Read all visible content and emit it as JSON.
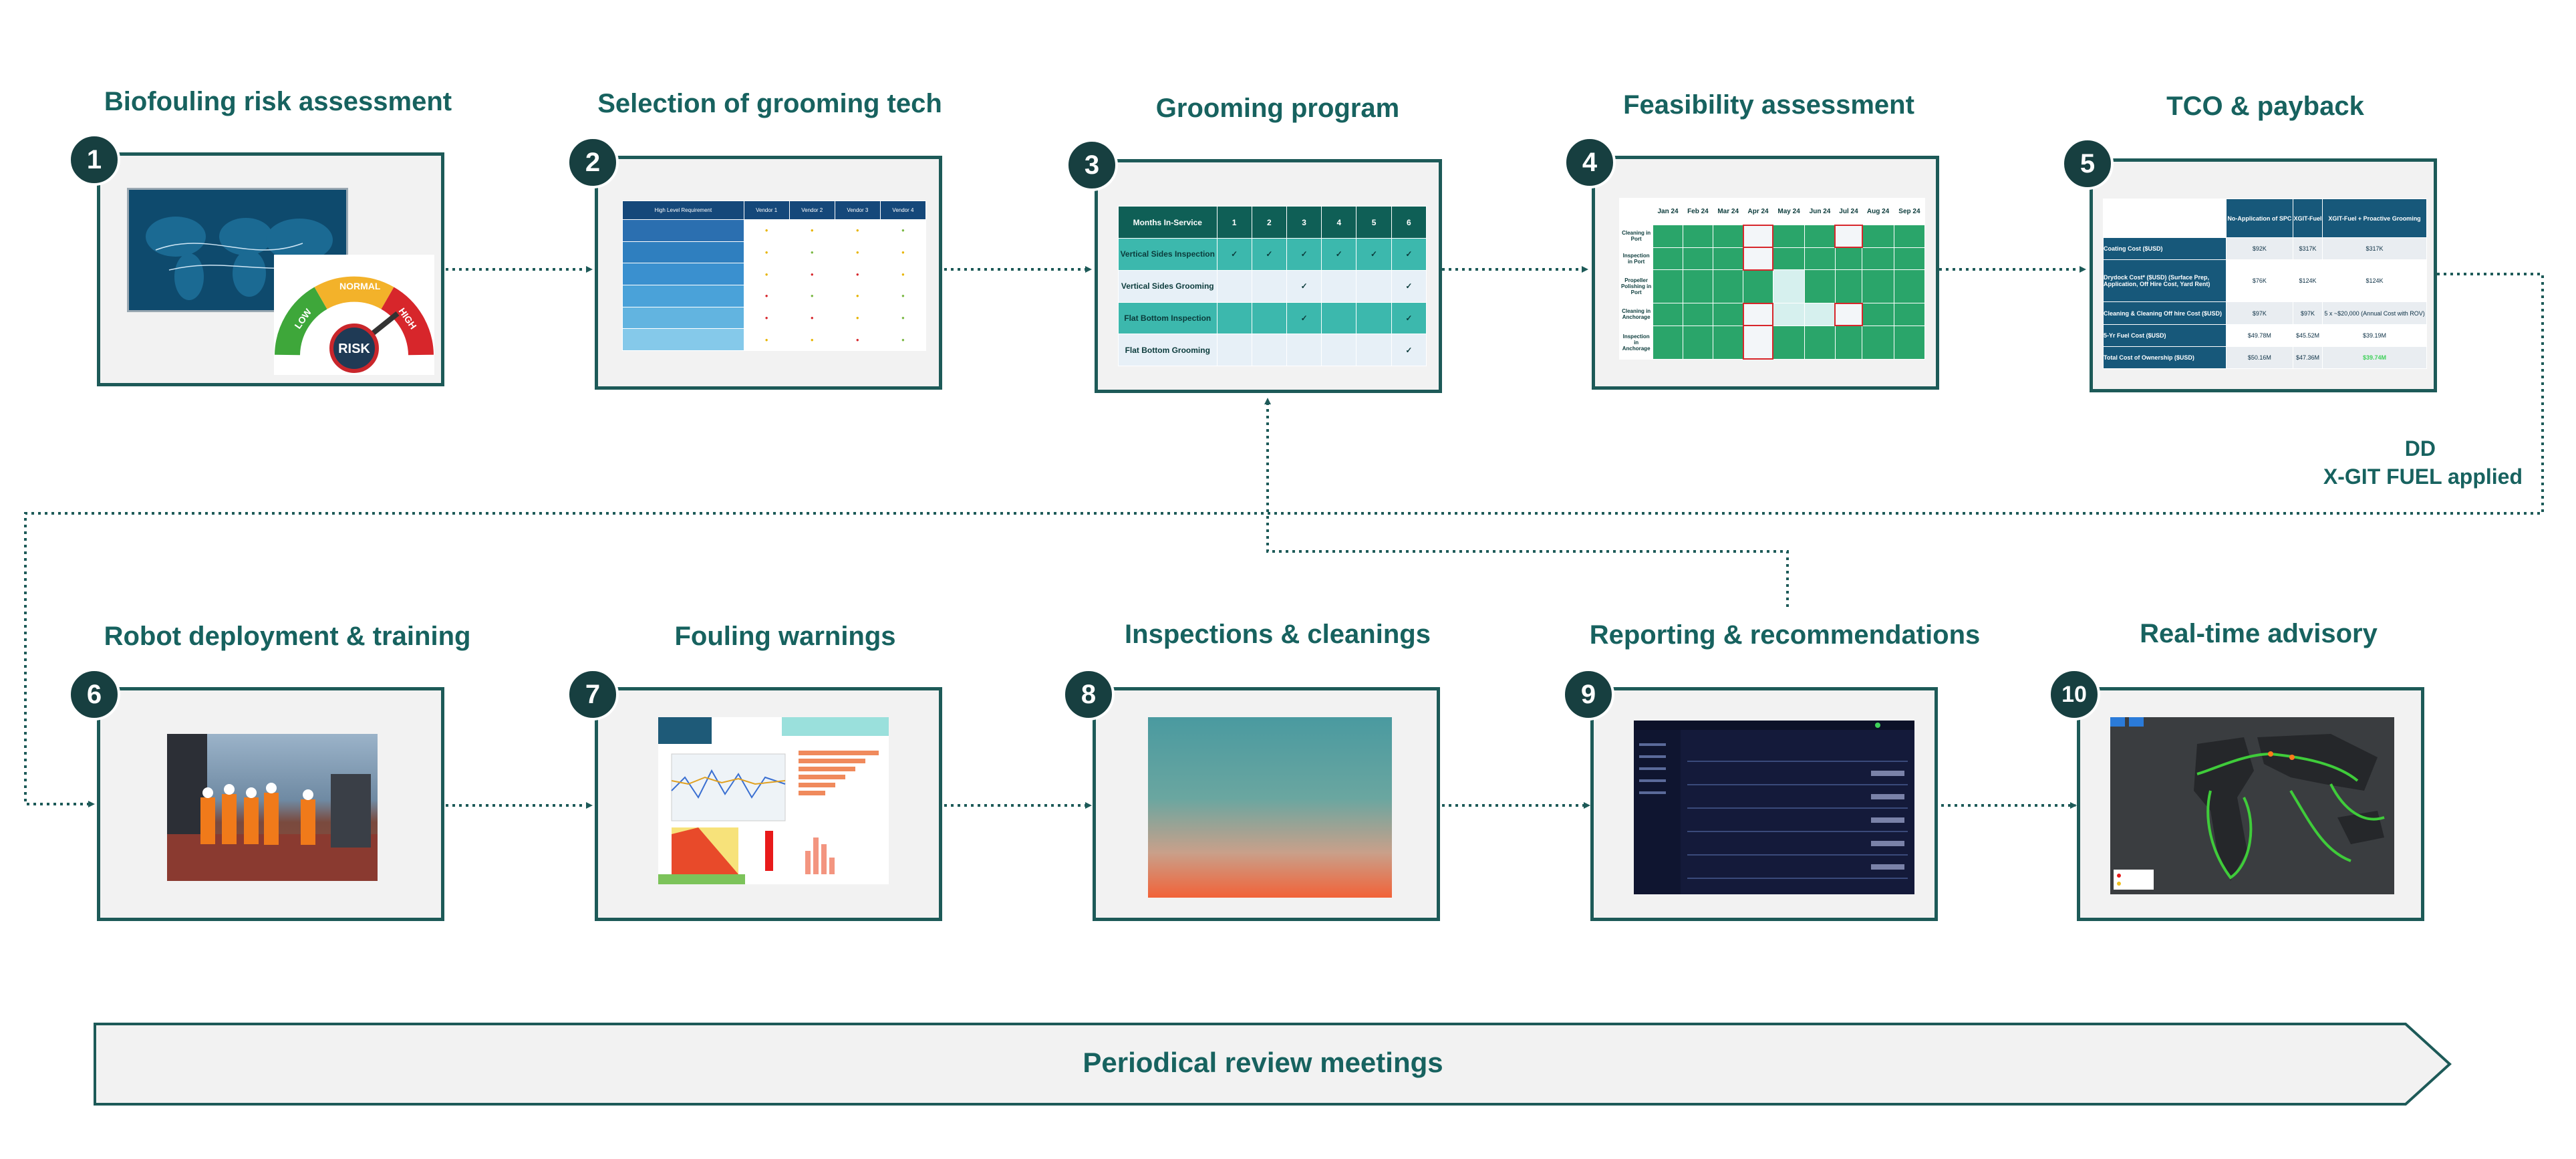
{
  "steps": [
    {
      "num": "1",
      "title": "Biofouling risk assessment"
    },
    {
      "num": "2",
      "title": "Selection of grooming tech"
    },
    {
      "num": "3",
      "title": "Grooming program"
    },
    {
      "num": "4",
      "title": "Feasibility assessment"
    },
    {
      "num": "5",
      "title": "TCO & payback"
    },
    {
      "num": "6",
      "title": "Robot deployment & training"
    },
    {
      "num": "7",
      "title": "Fouling warnings"
    },
    {
      "num": "8",
      "title": "Inspections & cleanings"
    },
    {
      "num": "9",
      "title": "Reporting & recommendations"
    },
    {
      "num": "10",
      "title": "Real-time advisory"
    }
  ],
  "dd_note": {
    "line1": "DD",
    "line2": "X-GIT FUEL applied"
  },
  "review_bar": {
    "label": "Periodical review meetings"
  },
  "gauge": {
    "low": "LOW",
    "normal": "NORMAL",
    "high": "HIGH",
    "center": "RISK"
  },
  "vendor_table": {
    "header": [
      "High Level Requirement",
      "Vendor 1",
      "Vendor 2",
      "Vendor 3",
      "Vendor 4"
    ]
  },
  "grooming_table": {
    "corner": "Months In-Service",
    "months": [
      "1",
      "2",
      "3",
      "4",
      "5",
      "6"
    ],
    "rows": [
      {
        "label": "Vertical Sides Inspection",
        "checks": [
          "✓",
          "✓",
          "✓",
          "✓",
          "✓",
          "✓"
        ]
      },
      {
        "label": "Vertical Sides Grooming",
        "checks": [
          "",
          "",
          "✓",
          "",
          "",
          "✓"
        ]
      },
      {
        "label": "Flat Bottom Inspection",
        "checks": [
          "",
          "",
          "✓",
          "",
          "",
          "✓"
        ]
      },
      {
        "label": "Flat Bottom Grooming",
        "checks": [
          "",
          "",
          "",
          "",
          "",
          "✓"
        ]
      }
    ]
  },
  "feasibility_table": {
    "months": [
      "Jan 24",
      "Feb 24",
      "Mar 24",
      "Apr 24",
      "May 24",
      "Jun 24",
      "Jul 24",
      "Aug 24",
      "Sep 24"
    ],
    "rows": [
      "Cleaning in Port",
      "Inspection in Port",
      "Propeller Polishing in Port",
      "Cleaning in Anchorage",
      "Inspection in Anchorage"
    ]
  },
  "tco_table": {
    "header": [
      "",
      "No-Application of SPC",
      "XGIT-Fuel",
      "XGIT-Fuel + Proactive Grooming"
    ],
    "rows": [
      [
        "Coating Cost ($USD)",
        "$92K",
        "$317K",
        "$317K"
      ],
      [
        "Drydock Cost* ($USD) (Surface Prep, Application, Off Hire Cost, Yard Rent)",
        "$76K",
        "$124K",
        "$124K"
      ],
      [
        "Cleaning & Cleaning Off hire Cost ($USD)",
        "$97K",
        "$97K",
        "5 x ~$20,000 (Annual Cost with ROV)"
      ],
      [
        "5-Yr Fuel Cost ($USD)",
        "$49.78M",
        "$45.52M",
        "$39.19M"
      ],
      [
        "Total Cost of Ownership ($USD)",
        "$50.16M",
        "$47.36M",
        "$39.74M"
      ]
    ]
  },
  "colors": {
    "accent": "#17625f",
    "card_border": "#1d5a58",
    "badge": "#173f40",
    "connector": "#1d5a58",
    "total_highlight": "#3fd15a"
  }
}
